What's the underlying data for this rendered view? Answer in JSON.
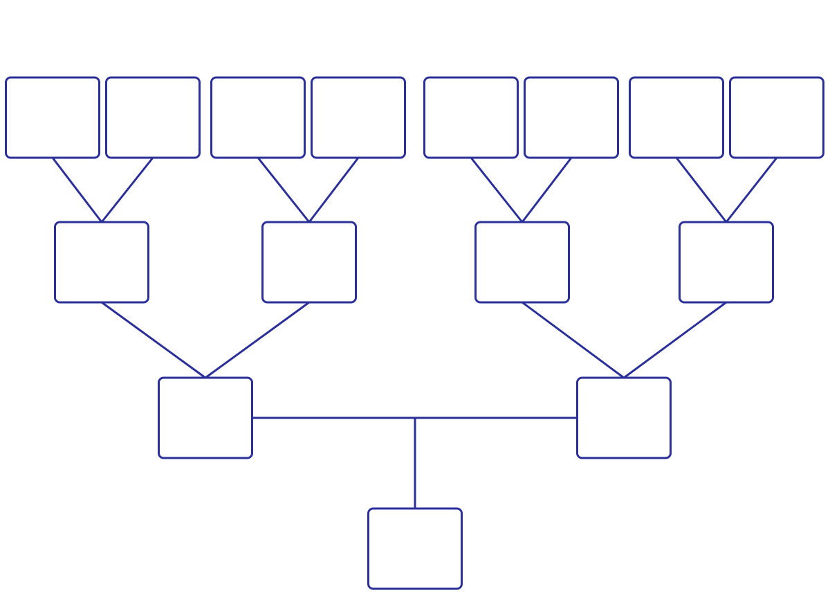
{
  "diagram": {
    "type": "family-tree",
    "stroke_color": "#2b2f98",
    "background_color": "#ffffff",
    "generations": [
      {
        "level": 1,
        "box_count": 1,
        "labels": [
          ""
        ]
      },
      {
        "level": 2,
        "box_count": 2,
        "labels": [
          "",
          ""
        ]
      },
      {
        "level": 3,
        "box_count": 4,
        "labels": [
          "",
          "",
          "",
          ""
        ]
      },
      {
        "level": 4,
        "box_count": 8,
        "labels": [
          "",
          "",
          "",
          "",
          "",
          "",
          "",
          ""
        ]
      }
    ]
  }
}
